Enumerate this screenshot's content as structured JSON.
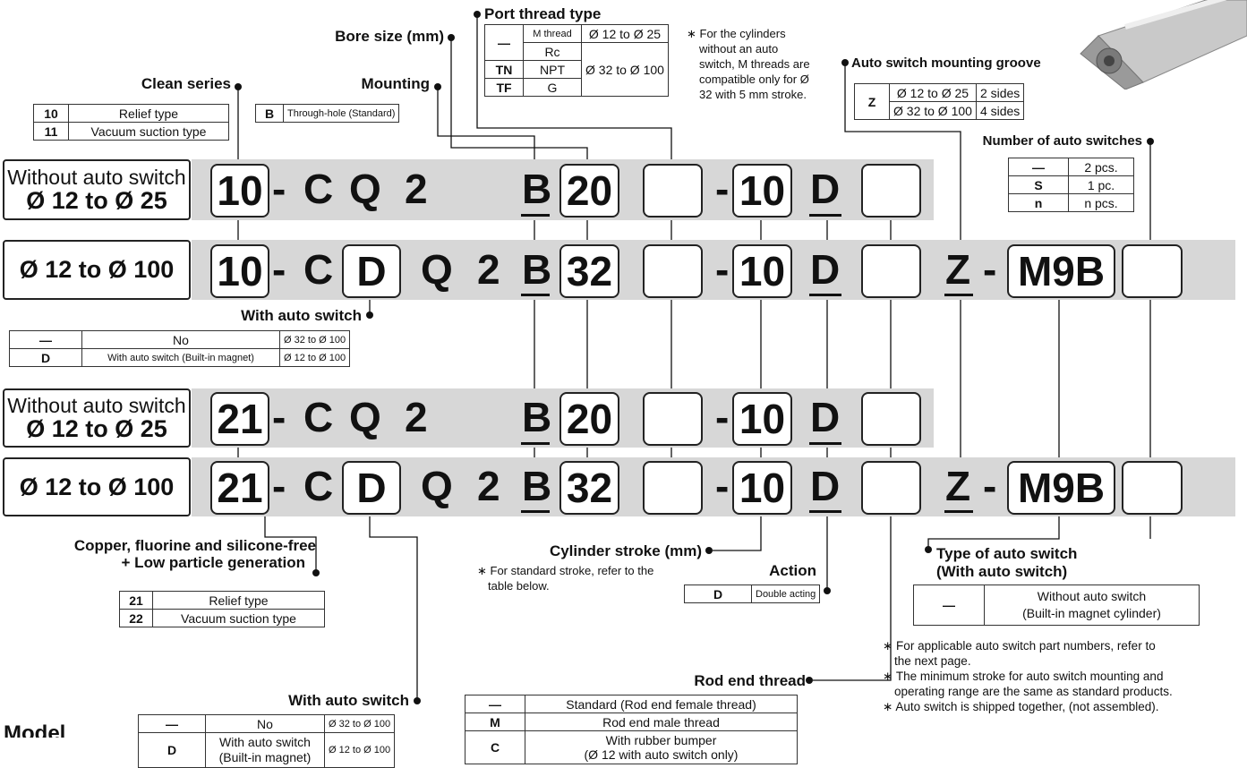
{
  "rows": [
    {
      "label_line1": "Without auto switch",
      "label_line2": "Ø 12 to Ø 25",
      "prefix": "10",
      "chars": [
        "-",
        "C",
        "Q",
        "2"
      ],
      "mount": "B",
      "bore": "20",
      "stroke": "10",
      "action": "D"
    },
    {
      "label": "Ø 12 to Ø 100",
      "prefix": "10",
      "chars": [
        "-",
        "C",
        "D",
        "Q",
        "2"
      ],
      "mount": "B",
      "bore": "32",
      "stroke": "10",
      "action": "D",
      "groove": "Z",
      "dash": "-",
      "switch": "M9B"
    },
    {
      "label_line1": "Without auto switch",
      "label_line2": "Ø 12 to Ø 25",
      "prefix": "21",
      "chars": [
        "-",
        "C",
        "Q",
        "2"
      ],
      "mount": "B",
      "bore": "20",
      "stroke": "10",
      "action": "D"
    },
    {
      "label": "Ø 12 to Ø 100",
      "prefix": "21",
      "chars": [
        "-",
        "C",
        "D",
        "Q",
        "2"
      ],
      "mount": "B",
      "bore": "32",
      "stroke": "10",
      "action": "D",
      "groove": "Z",
      "dash": "-",
      "switch": "M9B"
    }
  ],
  "clean_series": {
    "title": "Clean series",
    "rows": [
      [
        "10",
        "Relief type"
      ],
      [
        "11",
        "Vacuum suction type"
      ]
    ]
  },
  "mounting": {
    "title": "Mounting",
    "rows": [
      [
        "B",
        "Through-hole (Standard)"
      ]
    ]
  },
  "bore_size": {
    "title": "Bore size (mm)"
  },
  "port_thread": {
    "title": "Port thread type",
    "rows": [
      [
        "—",
        "M thread",
        "Ø 12 to Ø 25"
      ],
      [
        "Rc",
        "Ø 32 to Ø 100"
      ],
      [
        "TN",
        "NPT"
      ],
      [
        "TF",
        "G"
      ]
    ],
    "note": [
      "∗ For the cylinders",
      "without an auto",
      "switch, M threads are",
      "compatible only for Ø",
      "32 with 5 mm stroke."
    ]
  },
  "groove": {
    "title": "Auto switch mounting groove",
    "rows": [
      [
        "Z",
        "Ø 12 to Ø 25",
        "2 sides"
      ],
      [
        "Ø 32 to Ø 100",
        "4 sides"
      ]
    ]
  },
  "num_switches": {
    "title": "Number of auto switches",
    "rows": [
      [
        "—",
        "2 pcs."
      ],
      [
        "S",
        "1 pc."
      ],
      [
        "n",
        "n pcs."
      ]
    ]
  },
  "with_switch_1": {
    "title": "With auto switch",
    "rows": [
      [
        "—",
        "No",
        "Ø 32 to Ø 100"
      ],
      [
        "D",
        "With auto switch (Built-in magnet)",
        "Ø 12 to Ø 100"
      ]
    ]
  },
  "copper_free": {
    "title_line1": "Copper, fluorine and silicone-free",
    "title_line2": "+ Low particle generation",
    "rows": [
      [
        "21",
        "Relief type"
      ],
      [
        "22",
        "Vacuum suction type"
      ]
    ]
  },
  "with_switch_2": {
    "title": "With auto switch",
    "rows": [
      [
        "—",
        "No",
        "Ø 32 to Ø 100"
      ],
      [
        "D",
        "With auto switch",
        "(Built-in magnet)",
        "Ø 12 to Ø 100"
      ]
    ]
  },
  "stroke": {
    "title": "Cylinder stroke (mm)",
    "note": [
      "∗ For standard stroke, refer to the",
      "table below."
    ]
  },
  "action": {
    "title": "Action",
    "rows": [
      [
        "D",
        "Double acting"
      ]
    ]
  },
  "rod_end": {
    "title": "Rod end thread",
    "rows": [
      [
        "—",
        "Standard (Rod end female thread)"
      ],
      [
        "M",
        "Rod end male thread"
      ],
      [
        "C",
        "With rubber bumper",
        "(Ø 12 with auto switch only)"
      ]
    ]
  },
  "switch_type": {
    "title_line1": "Type of auto switch",
    "title_line2": "(With auto switch)",
    "rows": [
      [
        "—",
        "Without auto switch",
        "(Built-in magnet cylinder)"
      ]
    ],
    "notes": [
      "∗ For applicable auto switch part numbers, refer to",
      "the next page.",
      "∗ The minimum stroke for auto switch mounting and",
      "operating range are the same as standard products.",
      "∗ Auto switch is shipped together, (not assembled)."
    ]
  },
  "footer_partial": "Model"
}
